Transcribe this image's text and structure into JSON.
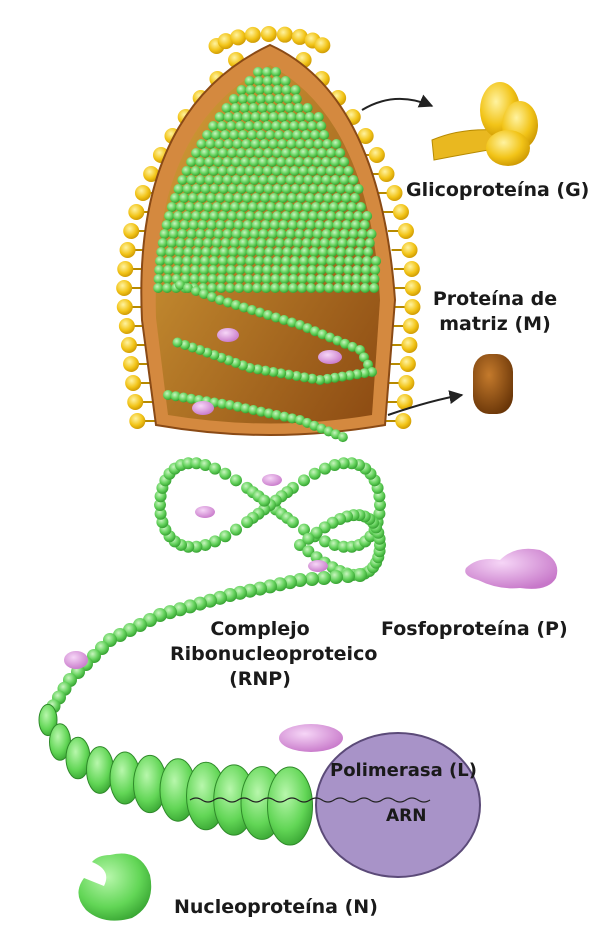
{
  "labels": {
    "glycoprotein": "Glicoproteína (G)",
    "matrix_line1": "Proteína de",
    "matrix_line2": "matriz (M)",
    "phosphoprotein": "Fosfoproteína (P)",
    "rnp_line1": "Complejo",
    "rnp_line2": "Ribonucleoproteico",
    "rnp_line3": "(RNP)",
    "polymerase": "Polimerasa (L)",
    "rna": "ARN",
    "nucleoprotein": "Nucleoproteína (N)"
  },
  "colors": {
    "glycoprotein": "#f2c418",
    "envelope": "#c87a3a",
    "matrix": "#9a5a1c",
    "nucleoprotein": "#66d35e",
    "phosphoprotein": "#d691d8",
    "polymerase": "#a58fc4"
  }
}
